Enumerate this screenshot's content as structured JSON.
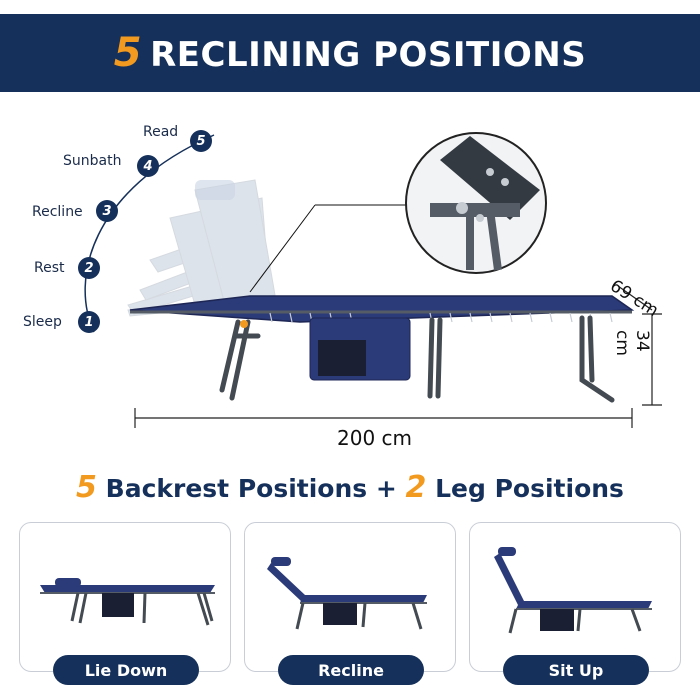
{
  "banner": {
    "number": "5",
    "title": "RECLINING POSITIONS"
  },
  "positions": [
    {
      "badge": "1",
      "label": "Sleep"
    },
    {
      "badge": "2",
      "label": "Rest"
    },
    {
      "badge": "3",
      "label": "Recline"
    },
    {
      "badge": "4",
      "label": "Sunbath"
    },
    {
      "badge": "5",
      "label": "Read"
    }
  ],
  "dimensions": {
    "length": "200 cm",
    "width": "69 cm",
    "height": "34 cm"
  },
  "subtitle": {
    "num1": "5",
    "text1": "Backrest Positions +",
    "num2": "2",
    "text2": "Leg Positions"
  },
  "cards": [
    {
      "label": "Lie Down"
    },
    {
      "label": "Recline"
    },
    {
      "label": "Sit Up"
    }
  ],
  "colors": {
    "navy": "#15305a",
    "orange": "#f29a1f",
    "fabric": "#2b3a78",
    "frame": "#444a52"
  }
}
